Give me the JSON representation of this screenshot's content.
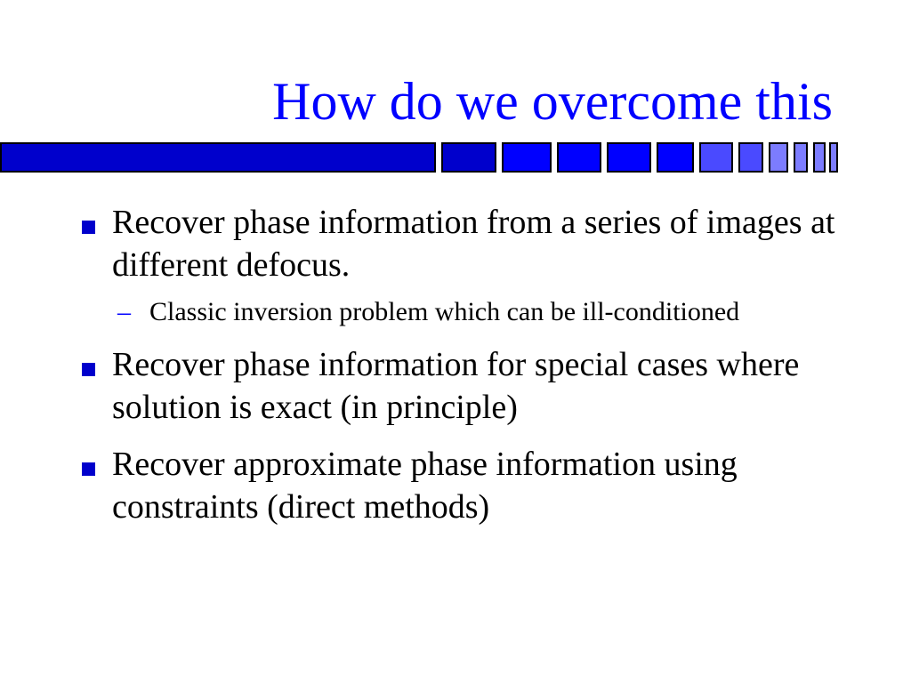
{
  "slide": {
    "title": "How do we overcome this",
    "colors": {
      "title": "#0000ff",
      "bullet_square": "#0000cc",
      "sub_dash": "#0000ff",
      "deco_dark": "#0000cc",
      "deco_mid": "#0000ff",
      "deco_light": "#4a4aff",
      "deco_lighter": "#7c7cff"
    },
    "bullets": [
      {
        "text": "Recover phase information from a series of images at different defocus.",
        "sub": [
          "Classic inversion problem which can be ill-conditioned"
        ]
      },
      {
        "text": "Recover phase information for special cases where solution is exact (in principle)",
        "sub": []
      },
      {
        "text": "Recover approximate phase information using constraints (direct methods)",
        "sub": []
      }
    ],
    "sub_marker": "–"
  }
}
